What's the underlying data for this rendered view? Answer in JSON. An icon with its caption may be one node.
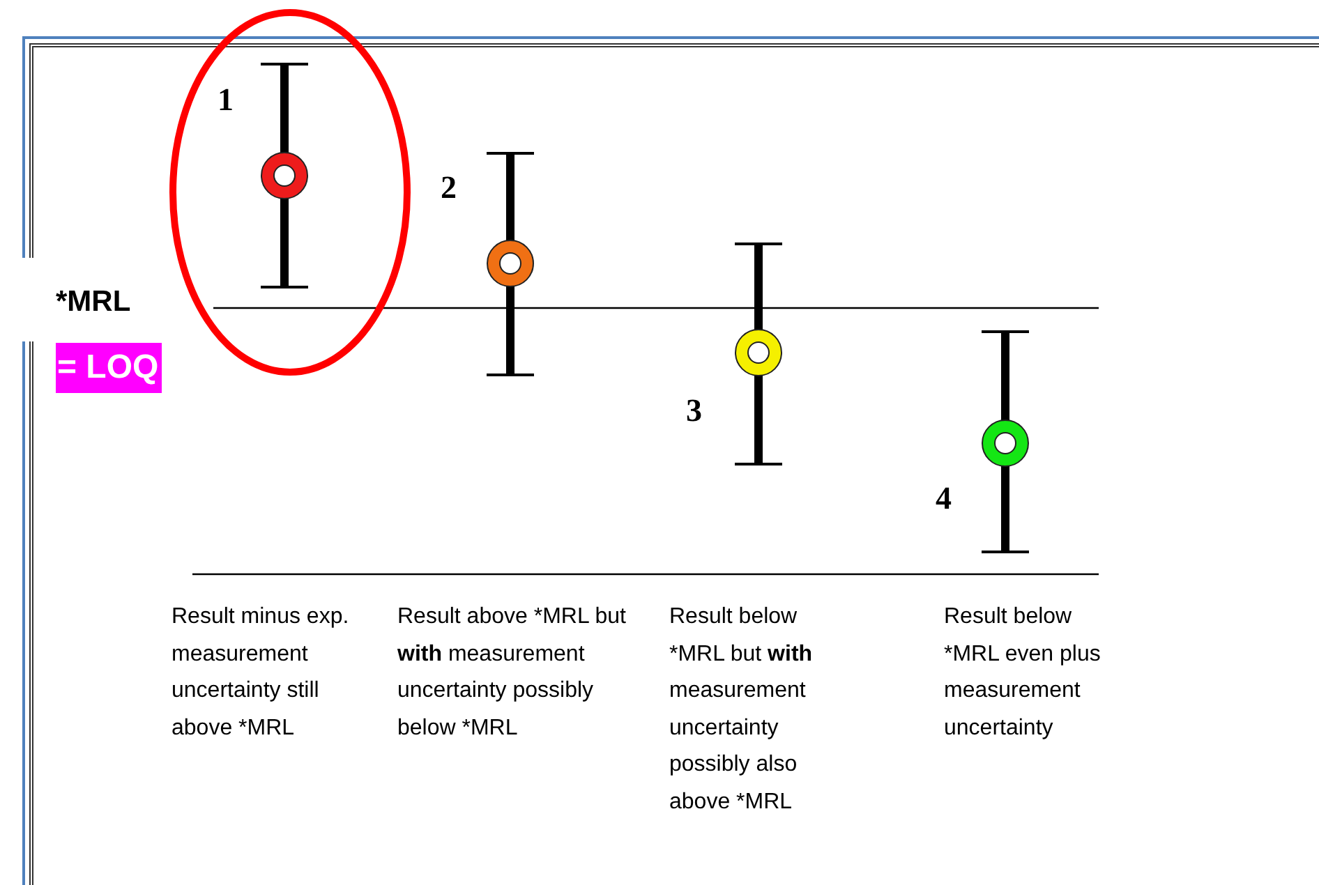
{
  "diagram": {
    "labels": [
      "1",
      "2",
      "*MRL",
      "= LOQ",
      "3",
      "4",
      "Result minus exp. measurement uncertainty still above *MRL",
      "Result above *MRL but **with** measurement uncertainty possibly below *MRL",
      "Result below *MRL but **with** measurement uncertainty possibly also above *MRL",
      "Result below *MRL even plus measurement uncertainty"
    ]
  }
}
